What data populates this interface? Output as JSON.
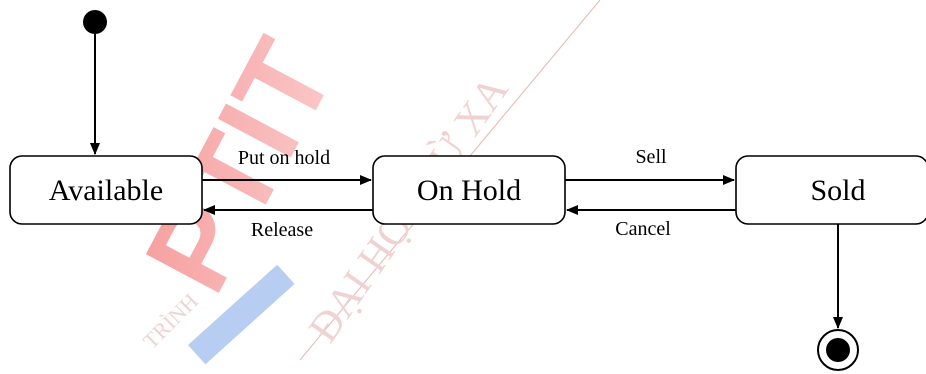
{
  "diagram": {
    "type": "state-machine",
    "states": {
      "available": "Available",
      "on_hold": "On Hold",
      "sold": "Sold"
    },
    "transitions": {
      "put_on_hold": "Put on hold",
      "release": "Release",
      "sell": "Sell",
      "cancel": "Cancel"
    }
  },
  "watermark": {
    "line1": "PTIT",
    "line2": "ĐẠI HỌC TỪ XA",
    "line3": "TRÌNH",
    "colors": {
      "red": "#e8202a",
      "blue": "#5b8dd9"
    }
  },
  "colors": {
    "stroke": "#000000",
    "background": "#ffffff"
  }
}
